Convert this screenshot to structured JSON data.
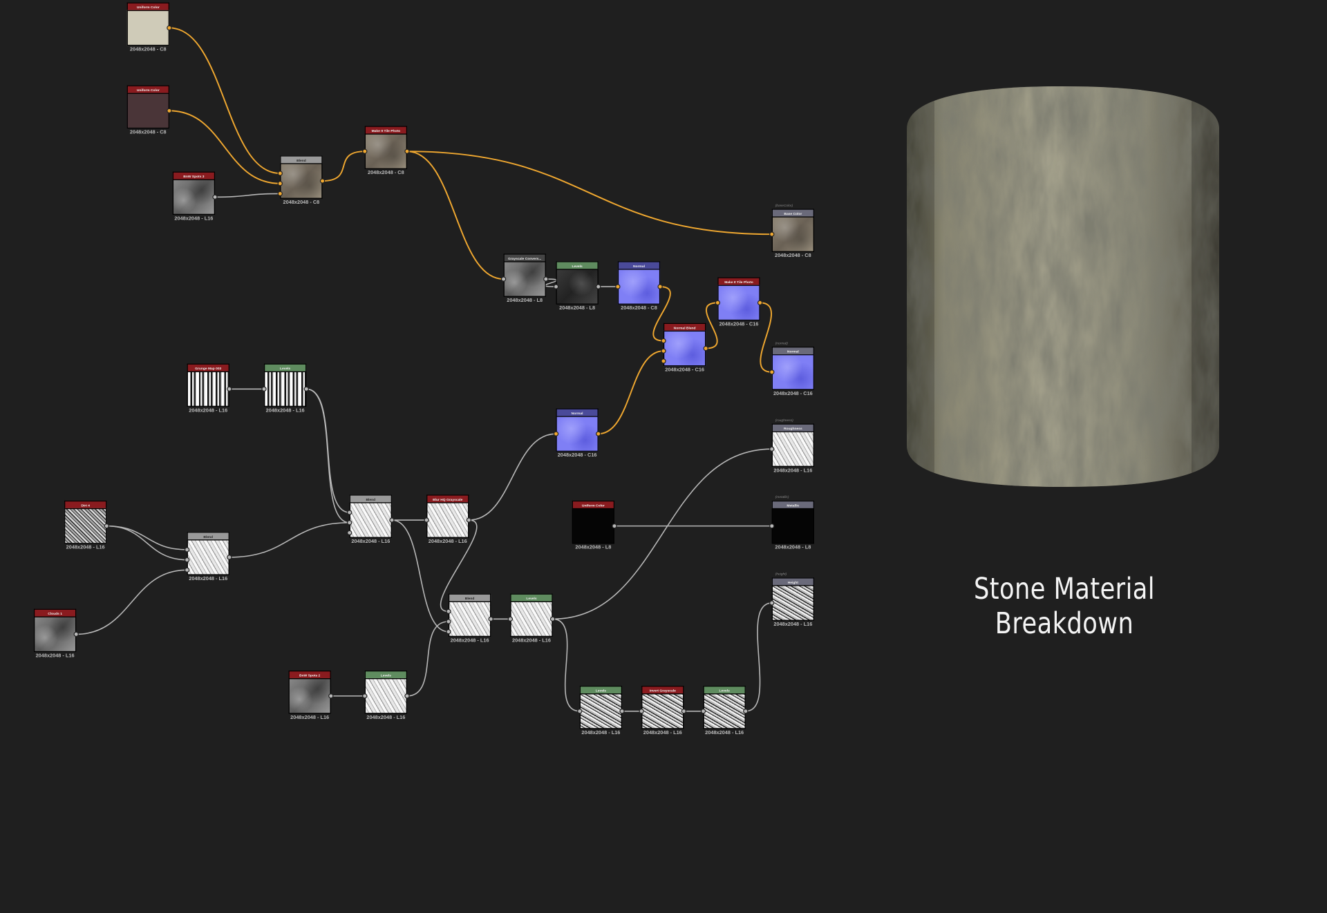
{
  "title": "Stone Material Breakdown",
  "colors": {
    "background": "#1f1f1f",
    "color_wire": "#f0a830",
    "grayscale_wire": "#b8b8b8",
    "header_atomic": "#8a1b1f",
    "header_levels": "#5f8c5f",
    "header_output": "#6a6a7a"
  },
  "nodes": [
    {
      "id": "uc1",
      "label": "Uniform Color",
      "res": "2048x2048 - C8"
    },
    {
      "id": "uc2",
      "label": "Uniform Color",
      "res": "2048x2048 - C8"
    },
    {
      "id": "bnw3",
      "label": "BnW Spots 3",
      "res": "2048x2048 - L16"
    },
    {
      "id": "blend1",
      "label": "Blend",
      "res": "2048x2048 - C8"
    },
    {
      "id": "mit1",
      "label": "Make It Tile Photo",
      "res": "2048x2048 - C8"
    },
    {
      "id": "basecolor",
      "label": "Base Color",
      "tag": "(baseColor)",
      "res": "2048x2048 - C8"
    },
    {
      "id": "gsconv",
      "label": "Grayscale Convers...",
      "res": "2048x2048 - L8"
    },
    {
      "id": "lev1",
      "label": "Levels",
      "res": "2048x2048 - L8"
    },
    {
      "id": "normal1",
      "label": "Normal",
      "res": "2048x2048 - C8"
    },
    {
      "id": "nblend",
      "label": "Normal Blend",
      "res": "2048x2048 - C16"
    },
    {
      "id": "mit2",
      "label": "Make It Tile Photo",
      "res": "2048x2048 - C16"
    },
    {
      "id": "normalout",
      "label": "Normal",
      "tag": "(normal)",
      "res": "2048x2048 - C16"
    },
    {
      "id": "grunge",
      "label": "Grunge Map 003",
      "res": "2048x2048 - L16"
    },
    {
      "id": "lev2",
      "label": "Levels",
      "res": "2048x2048 - L16"
    },
    {
      "id": "normal2",
      "label": "Normal",
      "res": "2048x2048 - C16"
    },
    {
      "id": "roughness",
      "label": "Roughness",
      "tag": "(roughness)",
      "res": "2048x2048 - L16"
    },
    {
      "id": "dirt4",
      "label": "Dirt 4",
      "res": "2048x2048 - L16"
    },
    {
      "id": "blend2",
      "label": "Blend",
      "res": "2048x2048 - L16"
    },
    {
      "id": "blend3",
      "label": "Blend",
      "res": "2048x2048 - L16"
    },
    {
      "id": "blurhq",
      "label": "Blur HQ Grayscale",
      "res": "2048x2048 - L16"
    },
    {
      "id": "uc3",
      "label": "Uniform Color",
      "res": "2048x2048 - L8"
    },
    {
      "id": "metallic",
      "label": "Metallic",
      "tag": "(metallic)",
      "res": "2048x2048 - L8"
    },
    {
      "id": "clouds1",
      "label": "Clouds 1",
      "res": "2048x2048 - L16"
    },
    {
      "id": "blend4",
      "label": "Blend",
      "res": "2048x2048 - L16"
    },
    {
      "id": "lev3",
      "label": "Levels",
      "res": "2048x2048 - L16"
    },
    {
      "id": "height",
      "label": "Height",
      "tag": "(height)",
      "res": "2048x2048 - L16"
    },
    {
      "id": "bnw2",
      "label": "BnW Spots 2",
      "res": "2048x2048 - L16"
    },
    {
      "id": "lev4",
      "label": "Levels",
      "res": "2048x2048 - L16"
    },
    {
      "id": "lev5",
      "label": "Levels",
      "res": "2048x2048 - L16"
    },
    {
      "id": "invert",
      "label": "Invert Grayscale",
      "res": "2048x2048 - L16"
    },
    {
      "id": "lev6",
      "label": "Levels",
      "res": "2048x2048 - L16"
    }
  ]
}
